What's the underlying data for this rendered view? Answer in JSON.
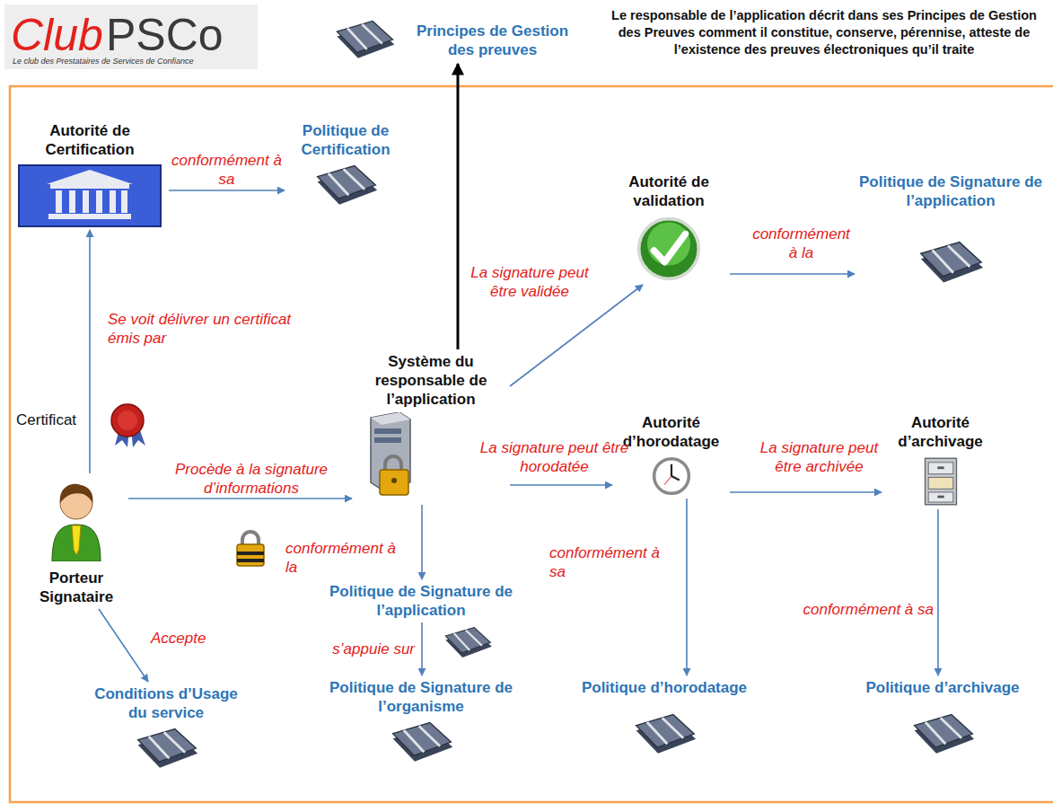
{
  "diagram": {
    "nodes": [
      {
        "text": [
          "Principes de Gestion des preuves"
        ]
      },
      {
        "text": [
          "Autorité de Certification"
        ]
      },
      {
        "text": [
          "Politique de Certification"
        ]
      },
      {
        "text": [
          "Autorité de validation"
        ]
      },
      {
        "text": [
          "Politique de Signature de l’application"
        ]
      },
      {
        "text": [
          "Système du responsable de l’application"
        ]
      },
      {
        "text": [
          "Porteur Signataire"
        ]
      },
      {
        "text": [
          "Autorité d’horodatage"
        ]
      },
      {
        "text": [
          "Autorité d’archivage"
        ]
      },
      {
        "text": [
          "Politique de Signature de l’application"
        ]
      },
      {
        "text": [
          "Politique de Signature de l’organisme"
        ]
      },
      {
        "text": [
          "Conditions d’Usage du service"
        ]
      },
      {
        "text": [
          "Politique d’horodatage"
        ]
      },
      {
        "text": [
          "Politique d’archivage"
        ]
      }
    ],
    "edges": [
      {
        "from": 6,
        "to": 1,
        "label": "Se voit délivrer un certificat émis par",
        "arrow": "to"
      },
      {
        "from": 1,
        "to": 2,
        "label": "conformément à sa",
        "arrow": "to"
      },
      {
        "from": 6,
        "to": 5,
        "label": "Procède à la signature d’informations",
        "arrow": "to"
      },
      {
        "from": 5,
        "to": 0,
        "arrow": "to"
      },
      {
        "from": 5,
        "to": 3,
        "label": "La signature peut être validée",
        "arrow": "to"
      },
      {
        "from": 3,
        "to": 4,
        "label": "conformément à la",
        "arrow": "to"
      },
      {
        "from": 5,
        "to": 9,
        "label": "conformément à la",
        "arrow": "to"
      },
      {
        "from": 9,
        "to": 10,
        "label": "s’appuie sur",
        "arrow": "to"
      },
      {
        "from": 5,
        "to": 7,
        "label": "La signature peut être horodatée",
        "arrow": "to"
      },
      {
        "from": 7,
        "to": 8,
        "label": "La signature peut être archivée",
        "arrow": "to"
      },
      {
        "from": 7,
        "to": 12,
        "label": "conformément à sa",
        "arrow": "to"
      },
      {
        "from": 8,
        "to": 13,
        "label": "conformément à sa",
        "arrow": "to"
      },
      {
        "from": 6,
        "to": 11,
        "label": "Accepte",
        "arrow": "to"
      }
    ],
    "labels": [
      "Club",
      "PSCo",
      "Le club des Prestataires de Services de Confiance",
      "Le responsable de l’application décrit dans ses Principes de Gestion des Preuves comment il constitue, conserve, pérennise, atteste de l’existence des preuves électroniques qu’il traite",
      "Certificat"
    ]
  }
}
